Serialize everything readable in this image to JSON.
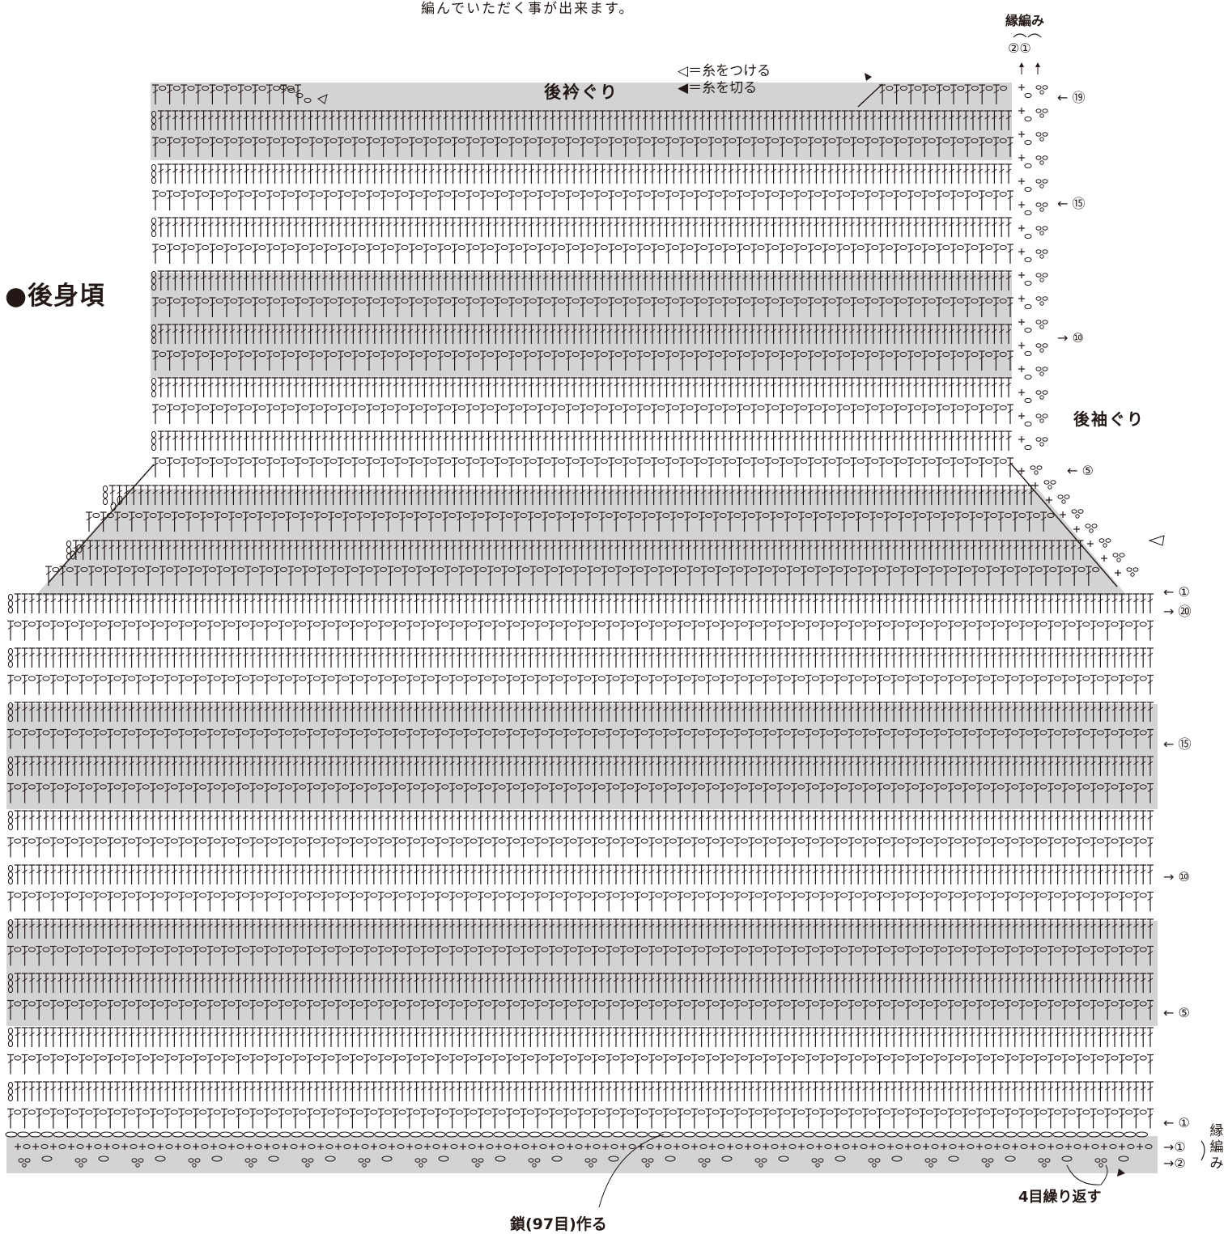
{
  "notes": {
    "top_text": "編んでいただく事が出来ます。",
    "title": "●後身頃",
    "neckline": "後衿ぐり",
    "armhole": "後袖ぐり",
    "edge_top": "縁編み",
    "edge_top_rows": "②①",
    "edge_side": "縁編み",
    "repeat": "4目繰り返す",
    "chain": "鎖(97目)作る"
  },
  "legend": {
    "attach": "◁＝糸をつける",
    "cut": "◀＝糸を切る"
  },
  "row_markers": {
    "upper_19": "← ⑲",
    "upper_15": "← ⑮",
    "upper_10": "→ ⑩",
    "upper_5": "← ⑤",
    "upper_1": "← ①",
    "lower_20": "→ ⑳",
    "lower_15": "← ⑮",
    "lower_10": "→ ⑩",
    "lower_5": "← ⑤",
    "lower_1": "← ①",
    "edge_1": "→①",
    "edge_2": "→②"
  },
  "colors": {
    "ink": "#231815",
    "shade": "#d3d3d3"
  },
  "pattern": {
    "foundation_chain_stitches": 97,
    "lower_body_rows": 20,
    "upper_body_rows": 19,
    "edging_rows": 2,
    "edging_repeat_stitches": 4,
    "stitch_symbols": [
      "chain",
      "single-crochet",
      "double-crochet",
      "chain-3-picot",
      "slip-stitch"
    ]
  }
}
